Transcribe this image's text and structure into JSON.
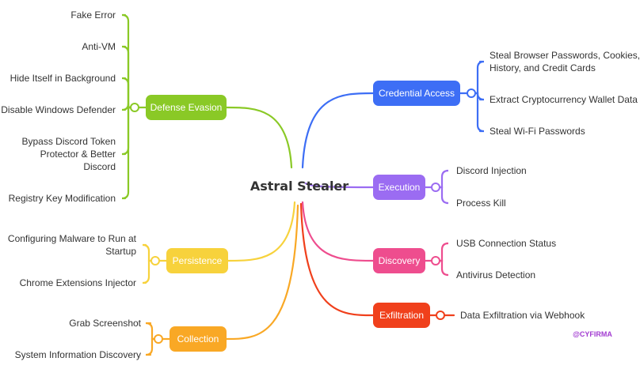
{
  "root": {
    "label": "Astral Stealer"
  },
  "watermark": "@CYFIRMA",
  "branches": [
    {
      "key": "defense",
      "label": "Defense Evasion",
      "color": "#8ac926",
      "leaves": [
        "Fake Error",
        "Anti-VM",
        "Hide Itself in Background",
        "Disable Windows Defender",
        "Bypass Discord Token Protector & Better Discord",
        "Registry Key Modification"
      ]
    },
    {
      "key": "persistence",
      "label": "Persistence",
      "color": "#f7d23c",
      "leaves": [
        "Configuring Malware to Run at Startup",
        "Chrome Extensions Injector"
      ]
    },
    {
      "key": "collection",
      "label": "Collection",
      "color": "#f9a825",
      "leaves": [
        "Grab Screenshot",
        "System Information Discovery"
      ]
    },
    {
      "key": "credential",
      "label": "Credential Access",
      "color": "#3d6ef5",
      "leaves": [
        "Steal Browser Passwords, Cookies, History, and Credit Cards",
        "Extract Cryptocurrency Wallet Data",
        "Steal Wi-Fi Passwords"
      ]
    },
    {
      "key": "execution",
      "label": "Execution",
      "color": "#9b6cf2",
      "leaves": [
        "Discord Injection",
        "Process Kill"
      ]
    },
    {
      "key": "discovery",
      "label": "Discovery",
      "color": "#ee4d8e",
      "leaves": [
        "USB Connection Status",
        "Antivirus Detection"
      ]
    },
    {
      "key": "exfiltration",
      "label": "Exfiltration",
      "color": "#f0401c",
      "leaves": [
        "Data Exfiltration via Webhook"
      ]
    }
  ]
}
